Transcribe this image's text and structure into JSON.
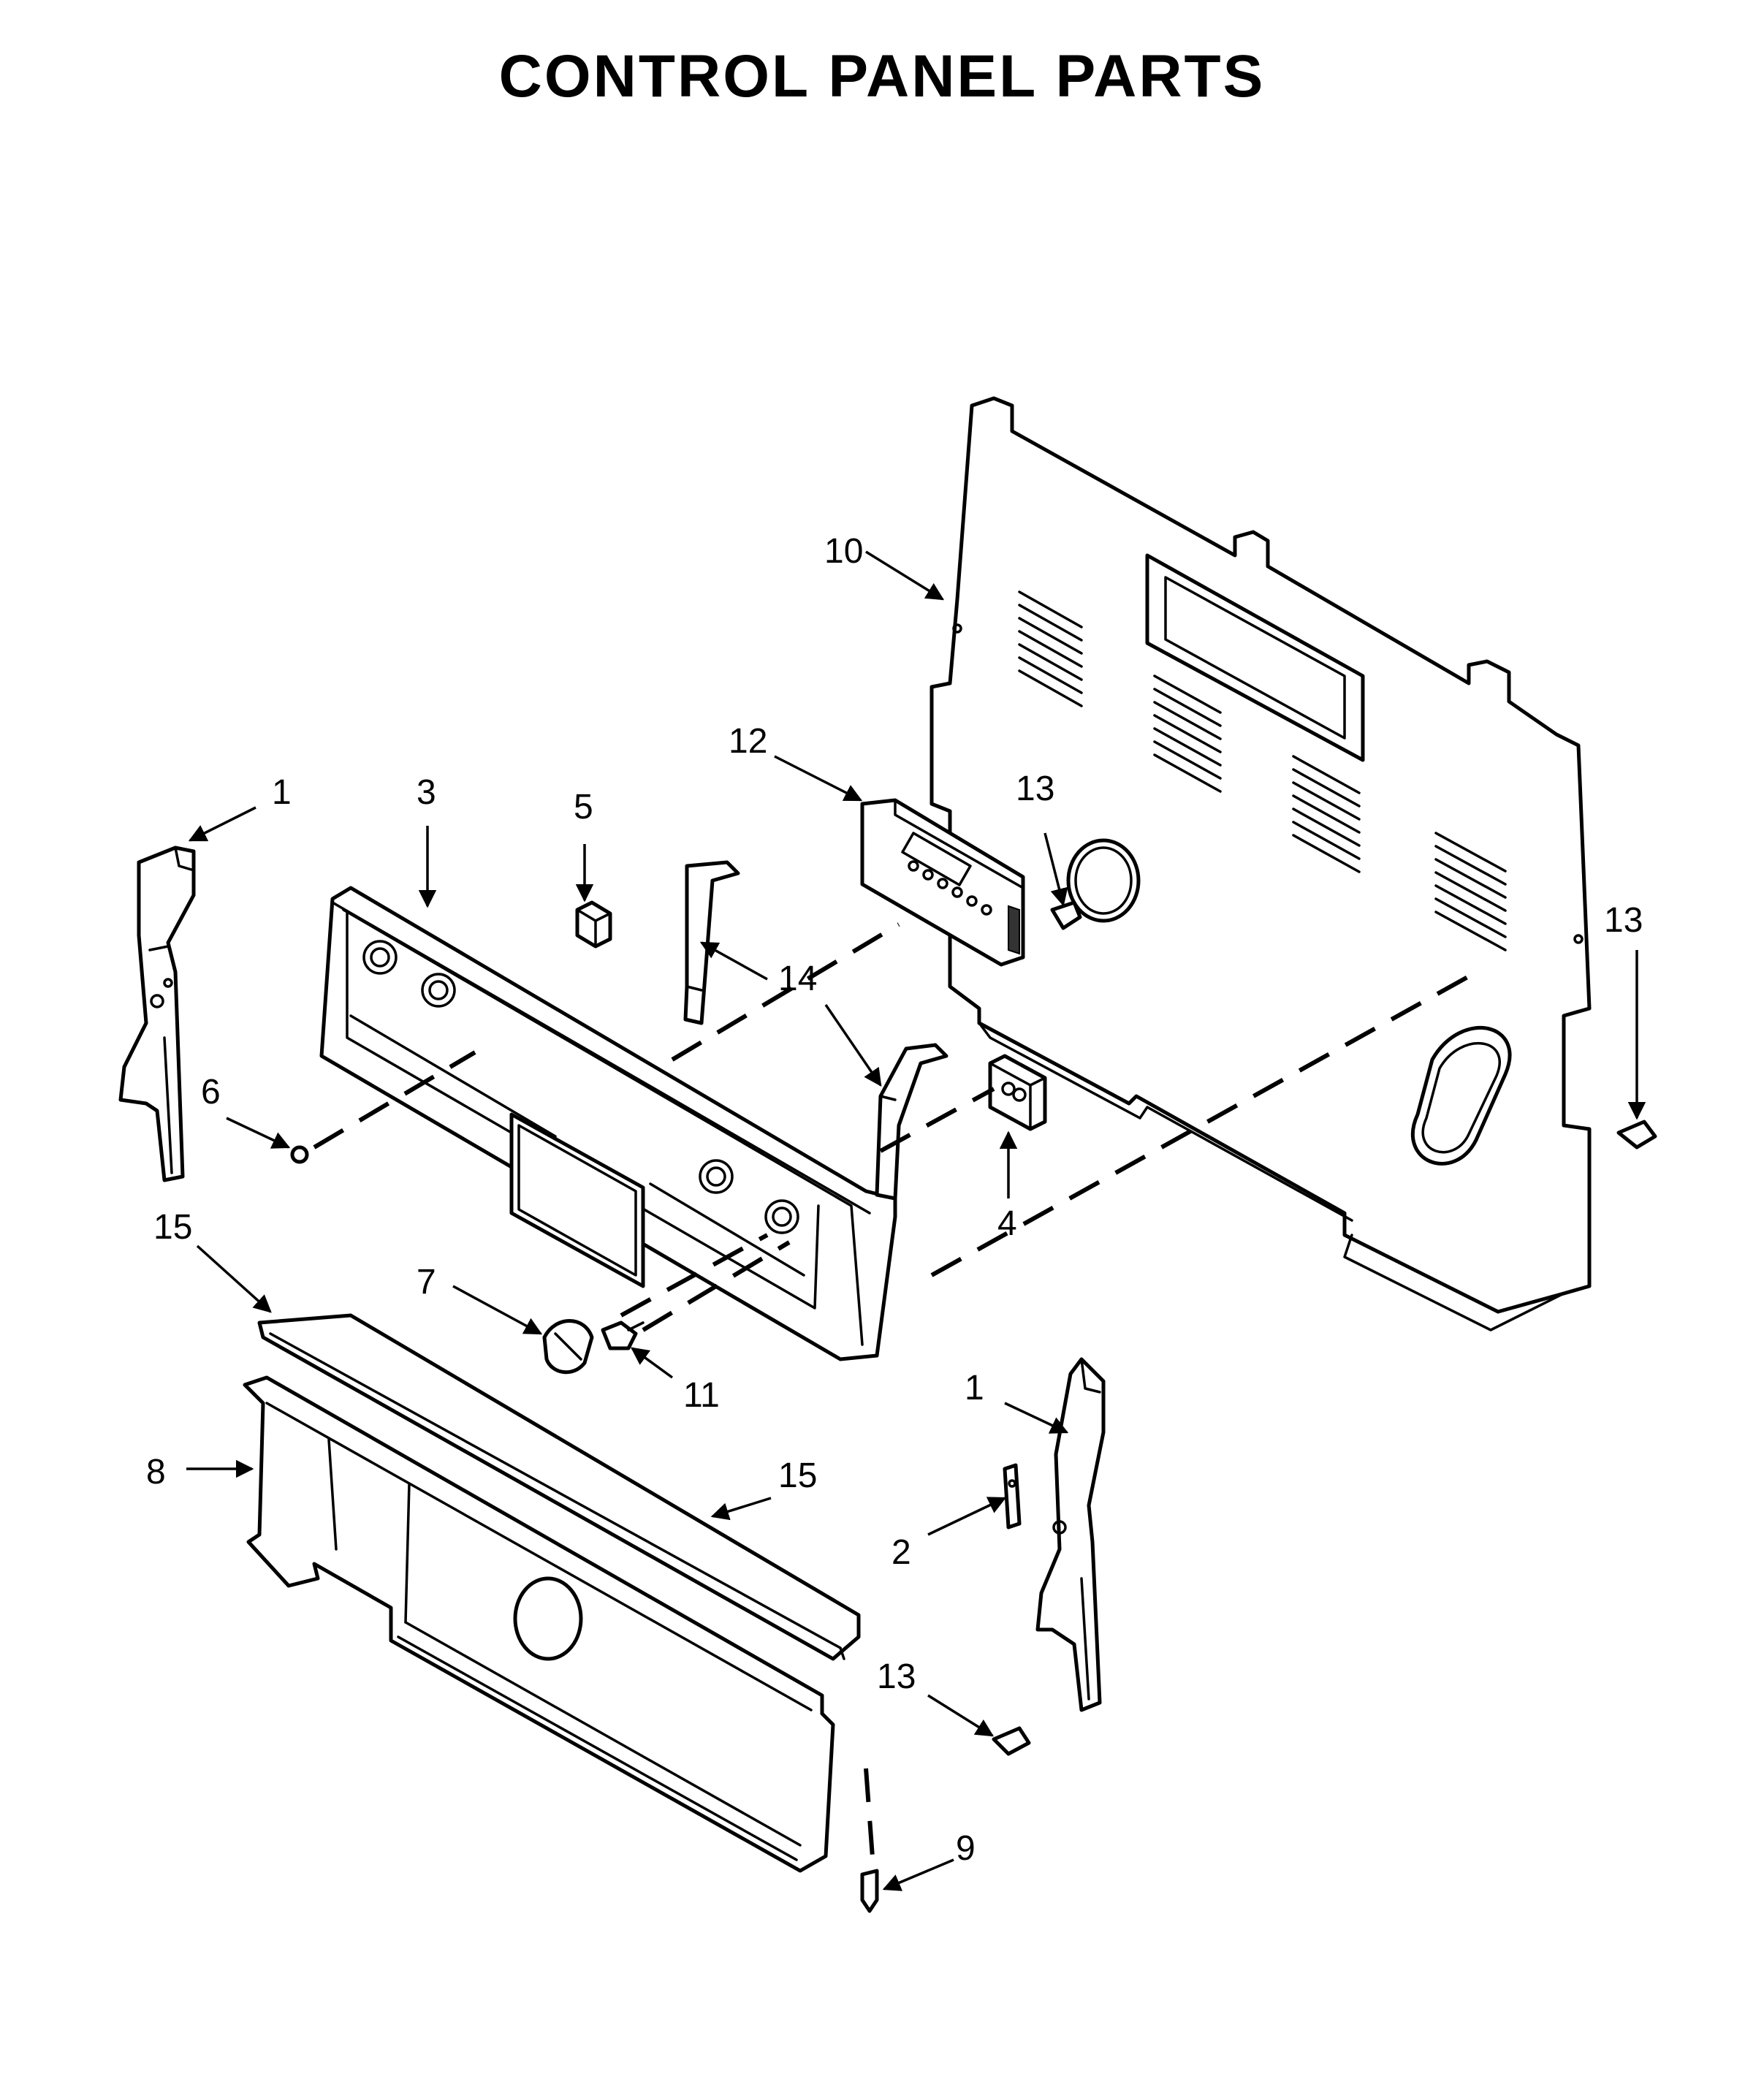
{
  "title": "CONTROL PANEL PARTS",
  "callouts": {
    "c1a": "1",
    "c1b": "1",
    "c2": "2",
    "c3": "3",
    "c4": "4",
    "c5": "5",
    "c6": "6",
    "c7": "7",
    "c8": "8",
    "c9": "9",
    "c10": "10",
    "c11": "11",
    "c12": "12",
    "c13a": "13",
    "c13b": "13",
    "c13c": "13",
    "c14": "14",
    "c15a": "15",
    "c15b": "15"
  }
}
